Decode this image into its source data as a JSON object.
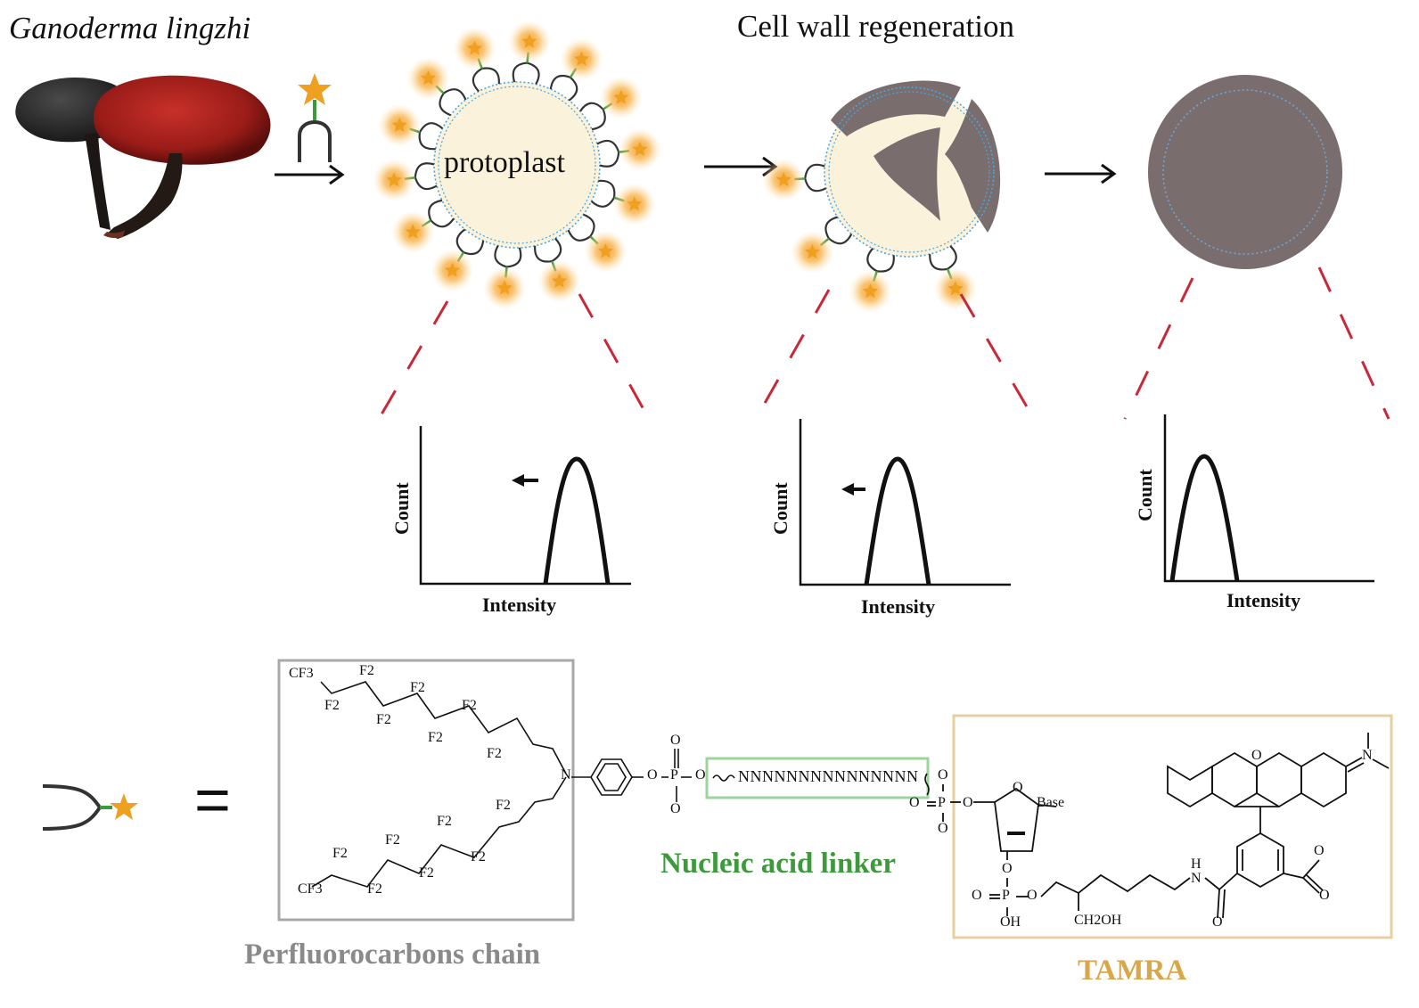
{
  "top_labels": {
    "organism": "Ganoderma lingzhi",
    "stage_title": "Cell wall regeneration",
    "protoplast": "protoplast"
  },
  "histograms": [
    {
      "ylabel": "Count",
      "xlabel": "Intensity"
    },
    {
      "ylabel": "Count",
      "xlabel": "Intensity"
    },
    {
      "ylabel": "Count",
      "xlabel": "Intensity"
    }
  ],
  "structure": {
    "equals": "=",
    "perfluoro_label": "Perfluorocarbons chain",
    "linker_label": "Nucleic acid linker",
    "tamra_label": "TAMRA",
    "sequence": "NNNNNNNNNNNNNNN",
    "upper_chain": {
      "cf3": "CF3",
      "f2_a": "F2",
      "f2_b": "F2",
      "f2_c": "F2",
      "f2_d": "F2",
      "f2_e": "F2",
      "f2_f": "F2",
      "f2_g": "F2"
    },
    "lower_chain": {
      "cf3": "CF3",
      "f2_a": "F2",
      "f2_b": "F2",
      "f2_c": "F2",
      "f2_d": "F2",
      "f2_e": "F2",
      "f2_f": "F2",
      "f2_g": "F2"
    },
    "atoms": {
      "n": "N",
      "o1": "O",
      "p1": "P",
      "o_top": "O",
      "o_bot": "O",
      "o2": "O",
      "o3": "O",
      "p2": "P",
      "o4": "O",
      "base": "Base",
      "o5": "O",
      "p3": "P",
      "o6": "O",
      "oh": "OH",
      "ch2oh": "CH2OH",
      "h": "H",
      "nh": "N",
      "o_amide": "O",
      "o_xan": "O",
      "n_plus": "N",
      "o_carb": "O",
      "o_carb2": "O"
    },
    "colors": {
      "perfluoro": "#8a8a8a",
      "linker": "#3c9a3c",
      "tamra": "#d9a64a"
    }
  },
  "colors": {
    "protoplast_fill": "#fbf2dc",
    "wall_gray": "#7a6d6d",
    "membrane_blue": "#4aa6e0",
    "glow": "#f7a93a",
    "star": "#f0a020",
    "dash_red": "#c8283a"
  }
}
